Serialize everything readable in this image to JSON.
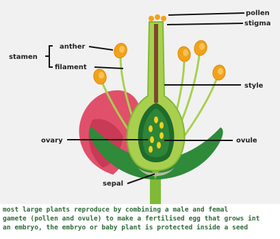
{
  "labels": {
    "pollen": "pollen",
    "stigma": "stigma",
    "stamen": "stamen",
    "anther": "anther",
    "filament": "filament",
    "style": "style",
    "ovary": "ovary",
    "ovule": "ovule",
    "sepal": "sepal"
  },
  "caption": [
    "most large plants reproduce by combining a male and femal",
    "gamete (pollen and ovule) to make a fertilised egg that grows int",
    "an embryo, the embryo or baby plant is protected inside a seed"
  ],
  "colors": {
    "background": "#f1f1f1",
    "leaf_green": "#2f8a3a",
    "light_green": "#a9cf4f",
    "dark_green": "#1f6b2a",
    "petal_pink": "#e0506a",
    "anther_orange": "#f2a218",
    "caption_green": "#2e6b3a"
  }
}
